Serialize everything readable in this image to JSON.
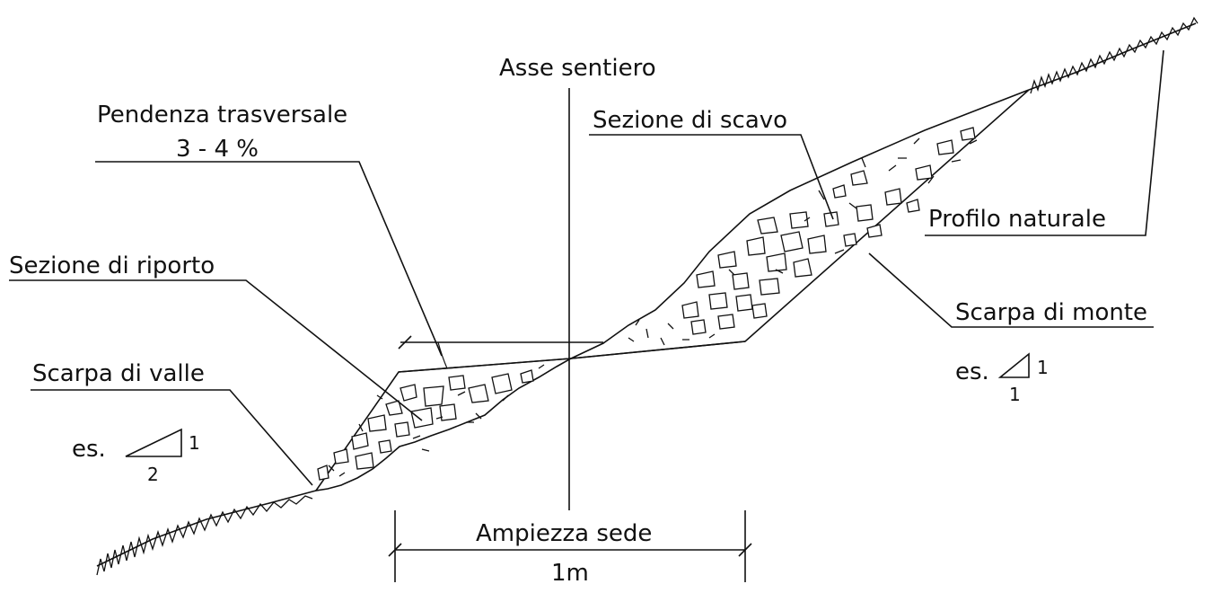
{
  "labels": {
    "asse_sentiero": "Asse sentiero",
    "pendenza_title": "Pendenza trasversale",
    "pendenza_value": "3 - 4 %",
    "sezione_scavo": "Sezione di scavo",
    "profilo_naturale": "Profilo naturale",
    "sezione_riporto": "Sezione di riporto",
    "scarpa_monte": "Scarpa di monte",
    "scarpa_valle": "Scarpa di valle",
    "ampiezza_sede": "Ampiezza sede",
    "ampiezza_value": "1m"
  },
  "ratio_valle": {
    "prefix": "es.",
    "rise": "1",
    "run": "2"
  },
  "ratio_monte": {
    "prefix": "es.",
    "rise": "1",
    "run": "1"
  },
  "colors": {
    "ink": "#111111",
    "paper": "#ffffff"
  }
}
